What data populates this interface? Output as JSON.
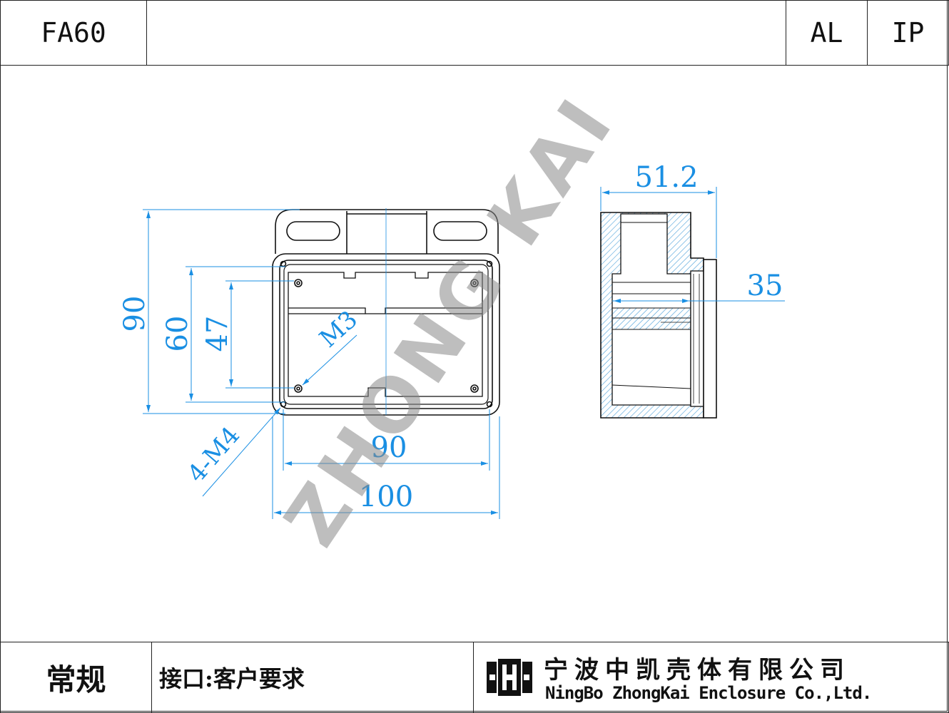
{
  "header": {
    "model": "FA60",
    "material": "AL",
    "rating": "IP"
  },
  "footer": {
    "type": "常规",
    "interface": "接口:客户要求",
    "company_cn": "宁波中凯壳体有限公司",
    "company_en": "NingBo ZhongKai Enclosure Co.,Ltd."
  },
  "watermark": "ZHONG KAI",
  "dimensions": {
    "front_height_outer": "90",
    "front_height_mid": "60",
    "front_height_inner": "47",
    "front_width_holes": "90",
    "front_width_outer": "100",
    "screw_inner": "M3",
    "screw_mount": "4-M4",
    "side_depth": "51.2",
    "side_inner": "35"
  },
  "colors": {
    "line": "#111111",
    "dimension": "#1a8fe3",
    "hatch": "#4a9fd8"
  }
}
